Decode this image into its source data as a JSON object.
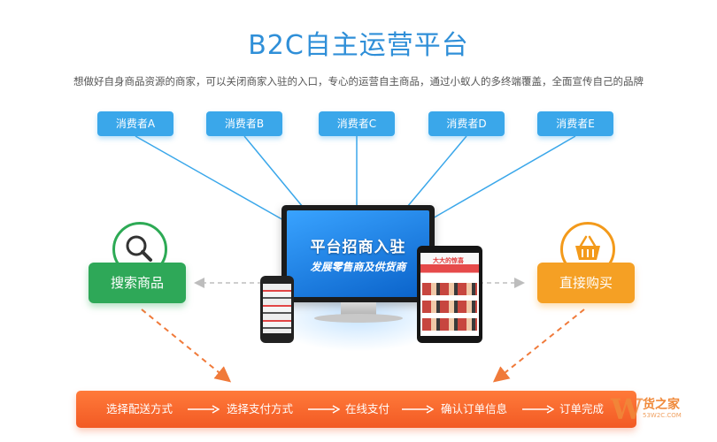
{
  "header": {
    "title": "B2C自主运营平台",
    "subtitle": "想做好自身商品资源的商家，可以关闭商家入驻的入口，专心的运营自主商品，通过小蚁人的多终端覆盖，全面宣传自己的品牌"
  },
  "consumers": [
    "消费者A",
    "消费者B",
    "消费者C",
    "消费者D",
    "消费者E"
  ],
  "devices": {
    "monitor_line1": "平台招商入驻",
    "monitor_line2": "发展零售商及供货商",
    "tablet_tag": "大大的惊喜"
  },
  "actions": {
    "left_label": "搜索商品",
    "left_icon": "search-icon",
    "right_label": "直接购买",
    "right_icon": "basket-icon"
  },
  "flow": {
    "steps": [
      "选择配送方式",
      "选择支付方式",
      "在线支付",
      "确认订单信息",
      "订单完成"
    ]
  },
  "watermark": {
    "name": "货之家",
    "url": "53W2C.COM"
  },
  "colors": {
    "title": "#2f8fd8",
    "consumer": "#3aa7ea",
    "green": "#2ea858",
    "orange": "#f5a024",
    "bar": "#f25a24"
  }
}
